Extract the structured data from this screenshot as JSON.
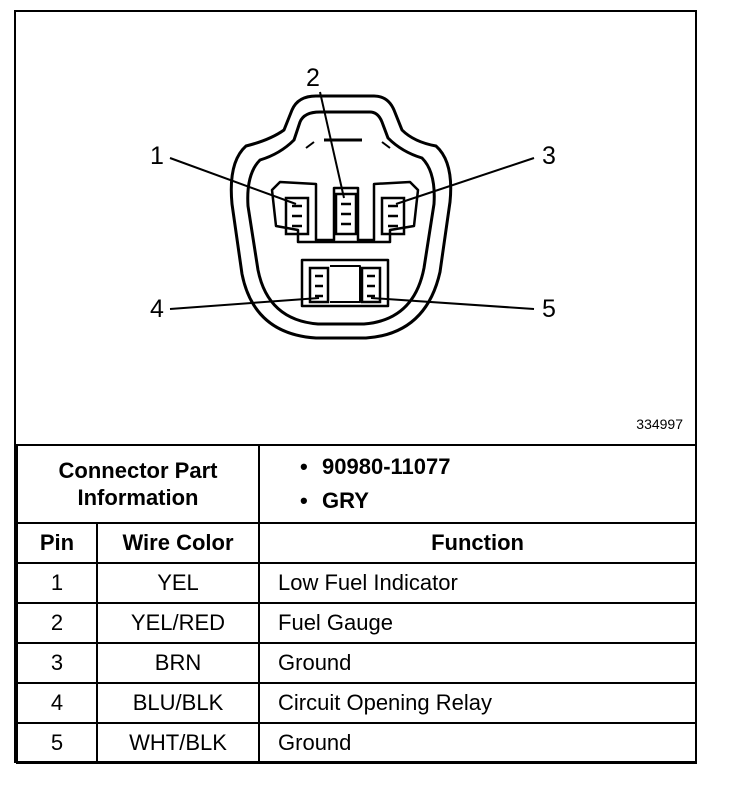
{
  "figure_id": "334997",
  "pin_callouts": [
    "1",
    "2",
    "3",
    "4",
    "5"
  ],
  "connector_info": {
    "label_line1": "Connector Part",
    "label_line2": "Information",
    "values": [
      "90980-11077",
      "GRY"
    ]
  },
  "table": {
    "headers": {
      "pin": "Pin",
      "wire_color": "Wire Color",
      "function": "Function"
    },
    "rows": [
      {
        "pin": "1",
        "wire_color": "YEL",
        "function": "Low Fuel Indicator"
      },
      {
        "pin": "2",
        "wire_color": "YEL/RED",
        "function": "Fuel Gauge"
      },
      {
        "pin": "3",
        "wire_color": "BRN",
        "function": "Ground"
      },
      {
        "pin": "4",
        "wire_color": "BLU/BLK",
        "function": "Circuit Opening Relay"
      },
      {
        "pin": "5",
        "wire_color": "WHT/BLK",
        "function": "Ground"
      }
    ]
  }
}
